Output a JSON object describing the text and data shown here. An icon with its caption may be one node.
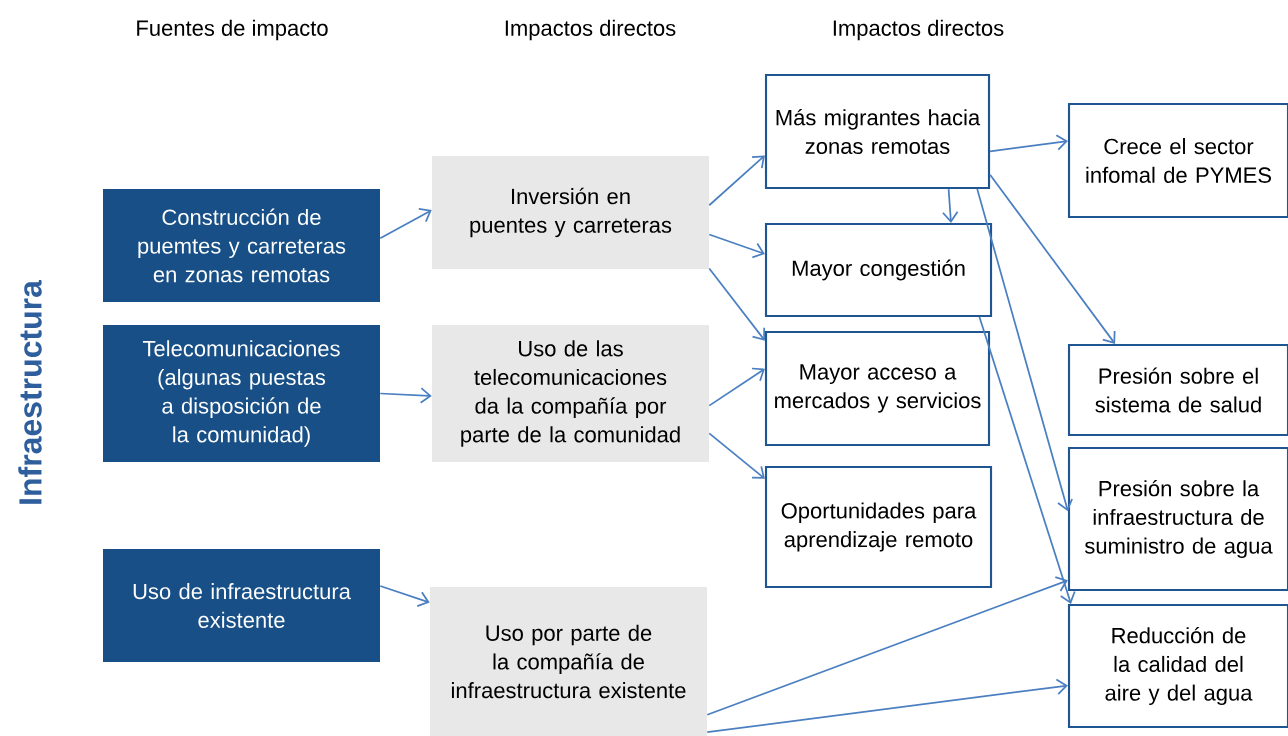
{
  "diagram": {
    "nodes": [
      {
        "text": [
          "Construcción de puemtes y carreteras en zonas remotas"
        ]
      },
      {
        "text": [
          "Telecomunicaciones (algunas puestas a disposición de la comunidad)"
        ]
      },
      {
        "text": [
          "Uso de infraestructura existente"
        ]
      },
      {
        "text": [
          "Inversión en puentes y carreteras"
        ]
      },
      {
        "text": [
          "Uso de las telecomunicaciones da la compañía por parte de la comunidad"
        ]
      },
      {
        "text": [
          "Uso por parte de la compañía de infraestructura existente"
        ]
      },
      {
        "text": [
          "Más migrantes hacia zonas remotas"
        ]
      },
      {
        "text": [
          "Mayor congestión"
        ]
      },
      {
        "text": [
          "Mayor acceso a mercados y servicios"
        ]
      },
      {
        "text": [
          "Oportunidades para aprendizaje remoto"
        ]
      },
      {
        "text": [
          "Crece el sector infomal de PYMES"
        ]
      },
      {
        "text": [
          "Presión sobre el sistema de salud"
        ]
      },
      {
        "text": [
          "Presión sobre la infraestructura de suministro de agua"
        ]
      },
      {
        "text": [
          "Reducción de la calidad del aire y del agua"
        ]
      }
    ],
    "edges": [
      {
        "from": 0,
        "to": 3,
        "arrow": "to"
      },
      {
        "from": 1,
        "to": 4,
        "arrow": "to"
      },
      {
        "from": 2,
        "to": 5,
        "arrow": "to"
      },
      {
        "from": 3,
        "to": 6,
        "arrow": "to"
      },
      {
        "from": 3,
        "to": 7,
        "arrow": "to"
      },
      {
        "from": 3,
        "to": 8,
        "arrow": "to"
      },
      {
        "from": 4,
        "to": 8,
        "arrow": "to"
      },
      {
        "from": 4,
        "to": 9,
        "arrow": "to"
      },
      {
        "from": 6,
        "to": 7,
        "arrow": "to"
      },
      {
        "from": 6,
        "to": 10,
        "arrow": "to"
      },
      {
        "from": 6,
        "to": 11,
        "arrow": "to"
      },
      {
        "from": 6,
        "to": 12,
        "arrow": "to"
      },
      {
        "from": 7,
        "to": 13,
        "arrow": "to"
      },
      {
        "from": 5,
        "to": 12,
        "arrow": "to"
      },
      {
        "from": 5,
        "to": 13,
        "arrow": "to"
      }
    ],
    "labels": [
      "Fuentes de impacto",
      "Impactos directos",
      "Impactos directos",
      "Infraestructura"
    ]
  }
}
